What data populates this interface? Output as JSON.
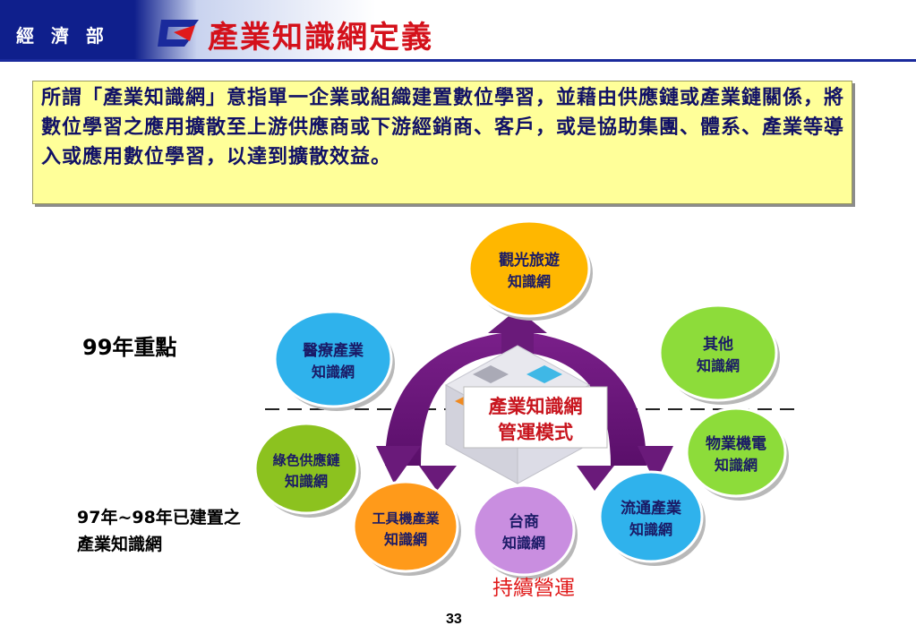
{
  "header": {
    "ministry": "經 濟 部",
    "title": "產業知識網定義"
  },
  "definition": {
    "text": "所謂「產業知識網」意指單一企業或組織建置數位學習，並藉由供應鏈或產業鏈關係，將數位學習之應用擴散至上游供應商或下游經銷商、客戶，或是協助集團、體系、產業等導入或應用數位學習，以達到擴散效益。"
  },
  "labels": {
    "focus_99": "99年重點",
    "built_97_98": "97年~98年已建置之產業知識網"
  },
  "diagram": {
    "center_line1": "產業知識網",
    "center_line2": "管運模式",
    "sustain": "持續營運",
    "nodes": [
      {
        "id": "tourism",
        "line1": "觀光旅遊",
        "line2": "知識網",
        "color": "#ffb700"
      },
      {
        "id": "medical",
        "line1": "醫療產業",
        "line2": "知識網",
        "color": "#2fb2ec"
      },
      {
        "id": "other",
        "line1": "其他",
        "line2": "知識網",
        "color": "#8ddc3a"
      },
      {
        "id": "green",
        "line1": "綠色供應鏈",
        "line2": "知識網",
        "color": "#8cc21f"
      },
      {
        "id": "property",
        "line1": "物業機電",
        "line2": "知識網",
        "color": "#8ddc3a"
      },
      {
        "id": "tools",
        "line1": "工具機產業",
        "line2": "知識網",
        "color": "#ff9a1a"
      },
      {
        "id": "taishang",
        "line1": "台商",
        "line2": "知識網",
        "color": "#c98ee0"
      },
      {
        "id": "logistics",
        "line1": "流通產業",
        "line2": "知識網",
        "color": "#2fb2ec"
      }
    ]
  },
  "page_number": "33"
}
